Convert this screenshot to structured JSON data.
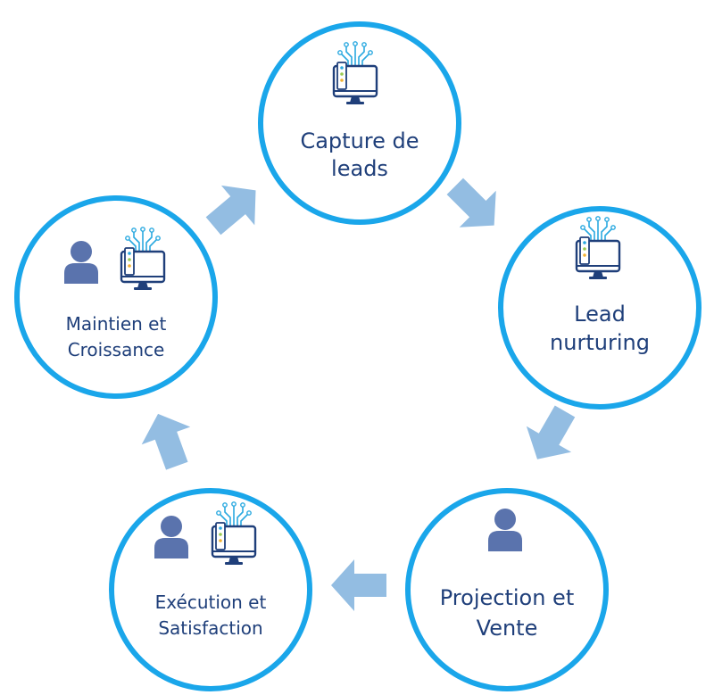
{
  "colors": {
    "ring": "#1aa6ea",
    "arrow": "#93bde2",
    "person": "#5a73ad",
    "icon_stroke": "#1f3f7a",
    "icon_accent": "#2aa9e0",
    "text": "#1f3f7a"
  },
  "nodes": [
    {
      "id": "capture",
      "line1": "Capture de",
      "line2": "leads",
      "icons": [
        "computer-network-icon"
      ]
    },
    {
      "id": "nurturing",
      "line1": "Lead",
      "line2": "nurturing",
      "icons": [
        "computer-network-icon"
      ]
    },
    {
      "id": "projection",
      "line1": "Projection et",
      "line2": "Vente",
      "icons": [
        "person-icon"
      ]
    },
    {
      "id": "execution",
      "line1": "Exécution et",
      "line2": "Satisfaction",
      "icons": [
        "person-icon",
        "computer-network-icon"
      ]
    },
    {
      "id": "maintien",
      "line1": "Maintien et",
      "line2": "Croissance",
      "icons": [
        "person-icon",
        "computer-network-icon"
      ]
    }
  ],
  "edges": [
    {
      "from": "capture",
      "to": "nurturing"
    },
    {
      "from": "nurturing",
      "to": "projection"
    },
    {
      "from": "projection",
      "to": "execution"
    },
    {
      "from": "execution",
      "to": "maintien"
    },
    {
      "from": "maintien",
      "to": "capture"
    }
  ]
}
